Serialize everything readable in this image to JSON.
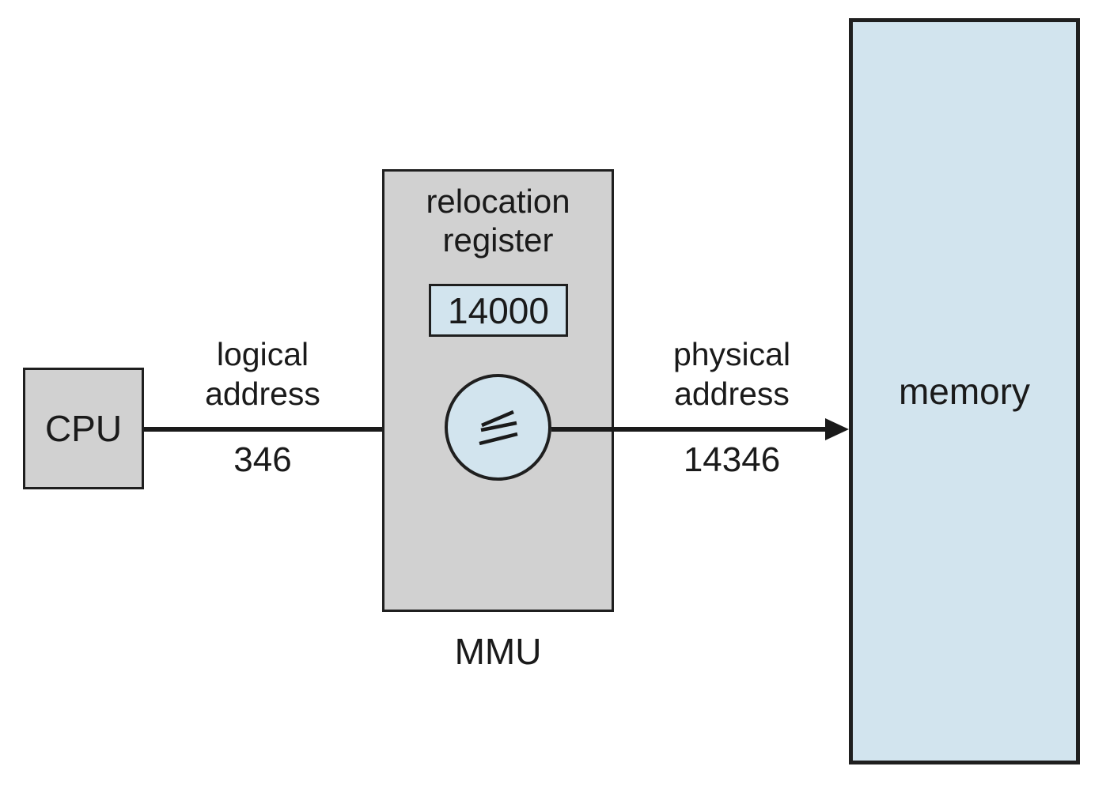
{
  "colors": {
    "background": "#ffffff",
    "box_gray": "#d1d1d1",
    "box_blue": "#d2e4ee",
    "border": "#1f1f1f",
    "arrow": "#1a1a1a",
    "text": "#1a1a1a"
  },
  "cpu": {
    "label": "CPU"
  },
  "mmu": {
    "label": "MMU",
    "register_label": [
      "relocation",
      "register"
    ],
    "register_value": "14000",
    "adder_glyph": "⩽"
  },
  "memory": {
    "label": "memory"
  },
  "logical_address": {
    "label": [
      "logical",
      "address"
    ],
    "value": "346"
  },
  "physical_address": {
    "label": [
      "physical",
      "address"
    ],
    "value": "14346"
  }
}
